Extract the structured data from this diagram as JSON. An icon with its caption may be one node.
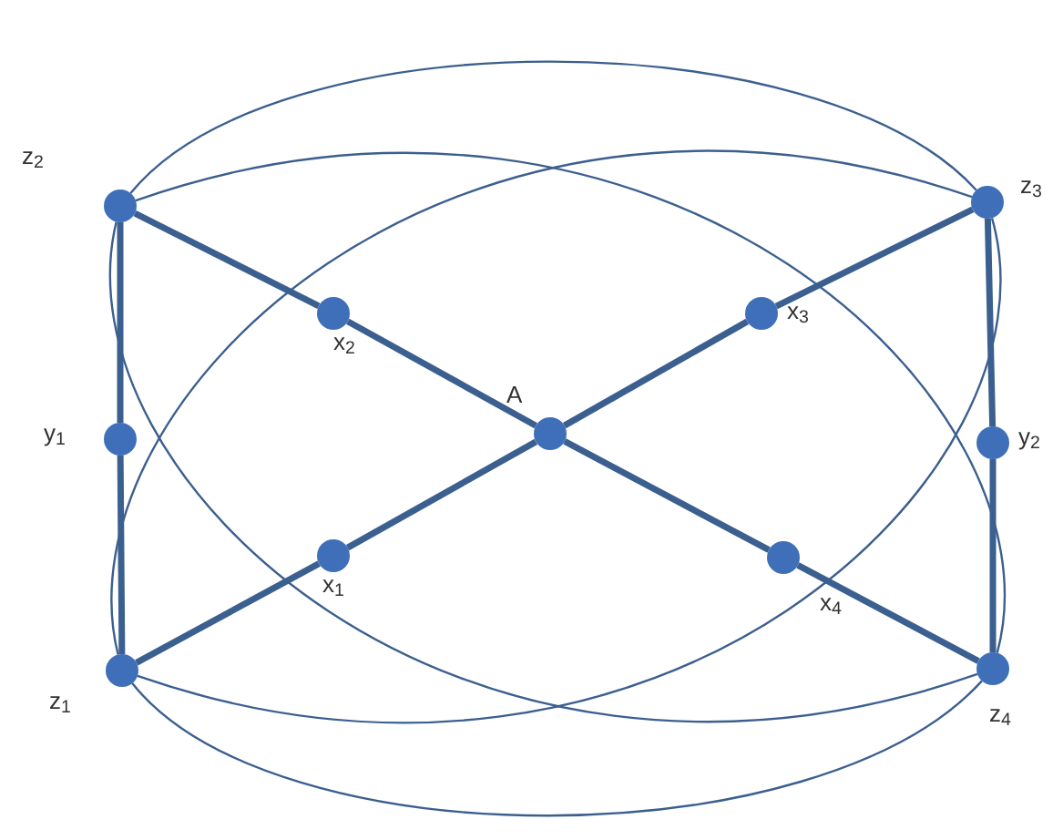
{
  "diagram": {
    "nodes": [
      {
        "text": [
          "z$_{2}$"
        ]
      },
      {
        "text": [
          "z$_{3}$"
        ]
      },
      {
        "text": [
          "y$_{1}$"
        ]
      },
      {
        "text": [
          "x$_{2}$"
        ]
      },
      {
        "text": [
          "x$_{3}$"
        ]
      },
      {
        "text": [
          "A"
        ]
      },
      {
        "text": [
          "y$_{2}$"
        ]
      },
      {
        "text": [
          "x$_{1}$"
        ]
      },
      {
        "text": [
          "x$_{4}$"
        ]
      },
      {
        "text": [
          "z$_{1}$"
        ]
      },
      {
        "text": [
          "z$_{4}$"
        ]
      }
    ],
    "edges": [
      {
        "from": 0,
        "to": 2,
        "arrow": "none"
      },
      {
        "from": 2,
        "to": 9,
        "arrow": "none"
      },
      {
        "from": 1,
        "to": 6,
        "arrow": "none"
      },
      {
        "from": 6,
        "to": 10,
        "arrow": "none"
      },
      {
        "from": 0,
        "to": 3,
        "arrow": "none"
      },
      {
        "from": 3,
        "to": 5,
        "arrow": "none"
      },
      {
        "from": 5,
        "to": 8,
        "arrow": "none"
      },
      {
        "from": 8,
        "to": 10,
        "arrow": "none"
      },
      {
        "from": 9,
        "to": 7,
        "arrow": "none"
      },
      {
        "from": 7,
        "to": 5,
        "arrow": "none"
      },
      {
        "from": 5,
        "to": 4,
        "arrow": "none"
      },
      {
        "from": 4,
        "to": 1,
        "arrow": "none"
      },
      {
        "from": 0,
        "to": 1,
        "arrow": "none"
      },
      {
        "from": 9,
        "to": 10,
        "arrow": "none"
      },
      {
        "from": 0,
        "to": 10,
        "arrow": "none"
      },
      {
        "from": 0,
        "to": 10,
        "arrow": "none"
      },
      {
        "from": 9,
        "to": 1,
        "arrow": "none"
      },
      {
        "from": 9,
        "to": 1,
        "arrow": "none"
      }
    ]
  }
}
